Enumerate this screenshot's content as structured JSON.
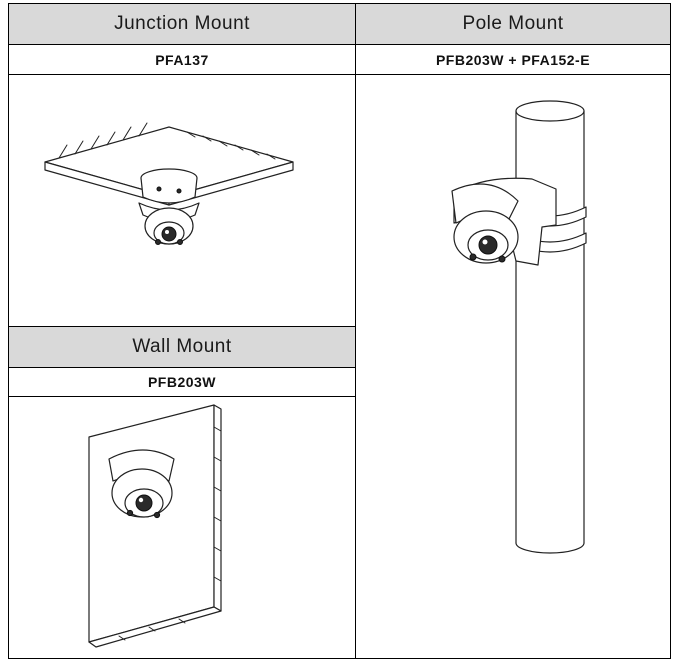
{
  "mounts": [
    {
      "title": "Junction Mount",
      "part": "PFA137"
    },
    {
      "title": "Pole Mount",
      "part": "PFB203W + PFA152-E"
    },
    {
      "title": "Wall Mount",
      "part": "PFB203W"
    }
  ],
  "colors": {
    "header_bg": "#d9d9d9",
    "border": "#000000",
    "background": "#ffffff"
  },
  "illustrations": [
    "ceiling-junction-camera",
    "pole-mount-camera",
    "wall-mount-camera"
  ]
}
